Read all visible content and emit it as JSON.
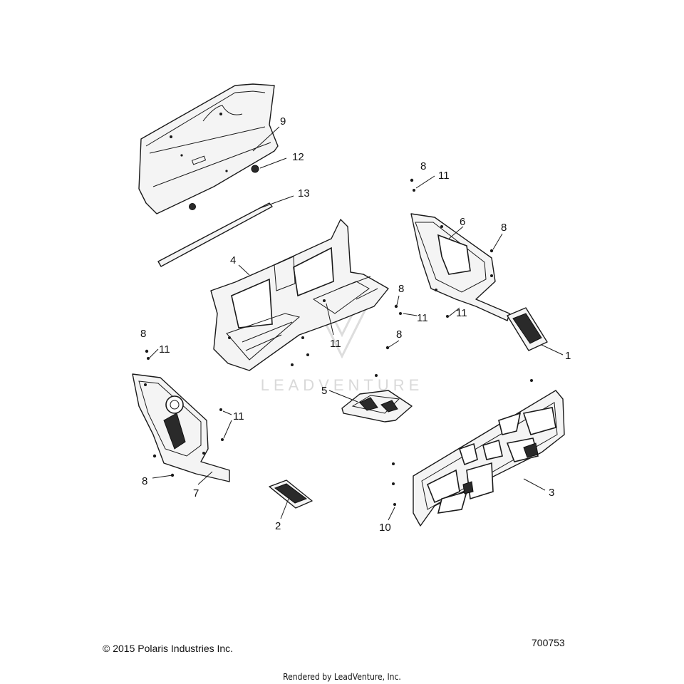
{
  "callouts": {
    "c1": "1",
    "c2": "2",
    "c3": "3",
    "c4": "4",
    "c5": "5",
    "c6": "6",
    "c7": "7",
    "c8a": "8",
    "c8b": "8",
    "c8c": "8",
    "c8d": "8",
    "c8e": "8",
    "c8f": "8",
    "c9": "9",
    "c10": "10",
    "c11a": "11",
    "c11b": "11",
    "c11c": "11",
    "c11d": "11",
    "c11e": "11",
    "c11f": "11",
    "c12": "12",
    "c13": "13"
  },
  "watermark": {
    "text": "LEADVENTURE"
  },
  "footer": {
    "copyright": "© 2015 Polaris Industries Inc.",
    "diagram_id": "700753",
    "rendered_by": "Rendered by LeadVenture, Inc."
  }
}
